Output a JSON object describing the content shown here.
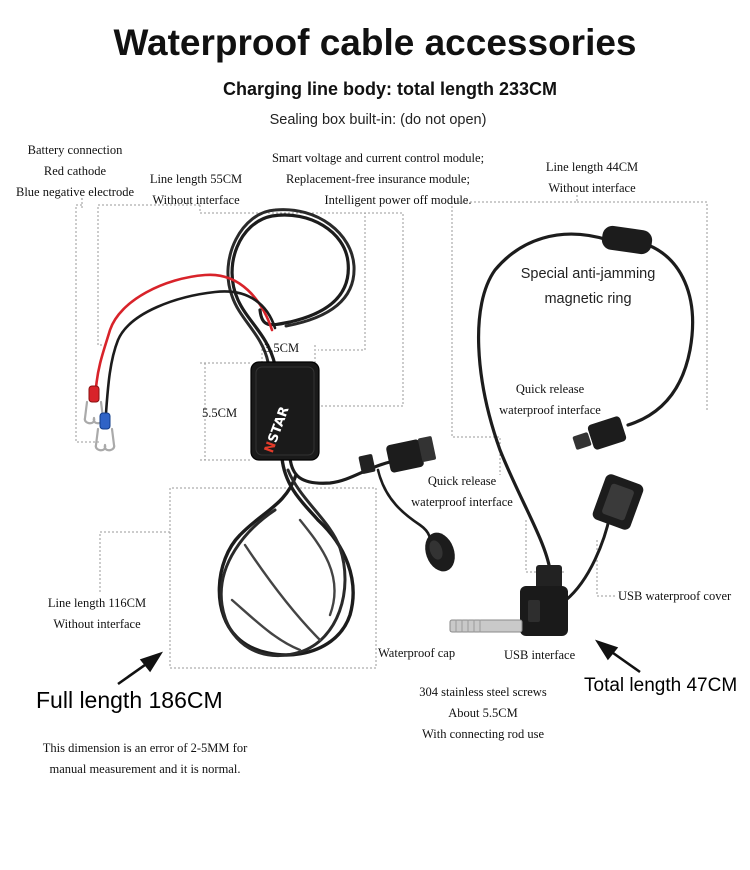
{
  "title": "Waterproof cable accessories",
  "subtitle": "Charging line body: total length 233CM",
  "sealing_note": "Sealing box built-in: (do not open)",
  "battery": {
    "line1": "Battery connection",
    "line2": "Red cathode",
    "line3": "Blue negative electrode"
  },
  "line55": {
    "line1": "Line length 55CM",
    "line2": "Without interface"
  },
  "module": {
    "line1": "Smart voltage and current control module;",
    "line2": "Replacement-free insurance module;",
    "line3": "Intelligent power off module."
  },
  "line44": {
    "line1": "Line length 44CM",
    "line2": "Without interface"
  },
  "magnetic_ring": {
    "line1": "Special anti-jamming",
    "line2": "magnetic ring"
  },
  "quick_release_right": {
    "line1": "Quick release",
    "line2": "waterproof interface"
  },
  "quick_release_left": {
    "line1": "Quick release",
    "line2": "waterproof interface"
  },
  "dim_width": "3.5CM",
  "dim_height": "5.5CM",
  "box_brand": {
    "left": "N",
    "right": "STAR"
  },
  "line116": {
    "line1": "Line length 116CM",
    "line2": "Without interface"
  },
  "waterproof_cap": "Waterproof cap",
  "usb_interface": "USB interface",
  "usb_cover": "USB waterproof cover",
  "screws": {
    "line1": "304 stainless steel screws",
    "line2": "About 5.5CM",
    "line3": "With connecting rod use"
  },
  "full_length": "Full length 186CM",
  "total_length": "Total length 47CM",
  "error_note": {
    "line1": "This dimension is an error of 2-5MM for",
    "line2": "manual measurement and it is normal."
  },
  "colors": {
    "cable": "#1c1c1c",
    "red_wire": "#d8232a",
    "dotted": "#9a9a9a",
    "brand_red": "#e23b2a"
  }
}
